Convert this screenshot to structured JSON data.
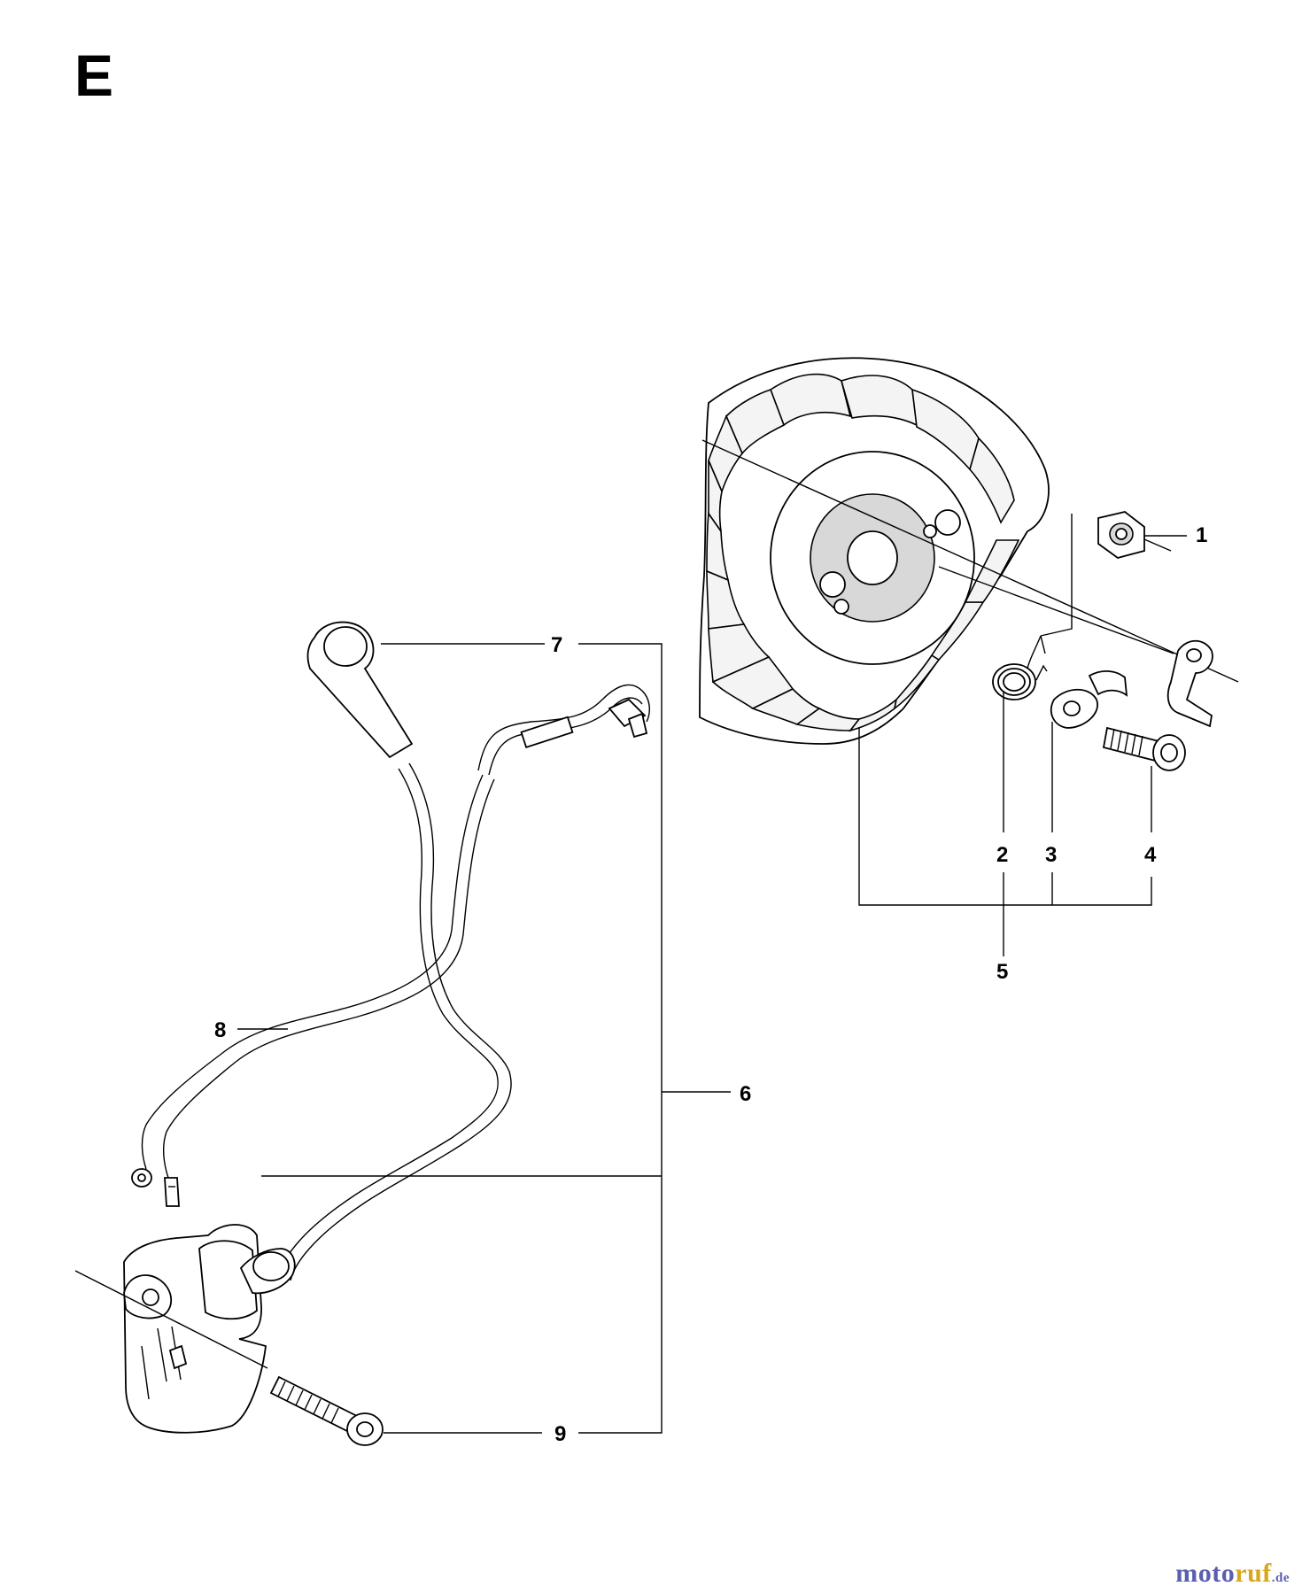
{
  "section_label": "E",
  "callouts": {
    "c1": "1",
    "c2": "2",
    "c3": "3",
    "c4": "4",
    "c5": "5",
    "c6": "6",
    "c7": "7",
    "c8": "8",
    "c9": "9"
  },
  "watermark": {
    "brand_a": "moto",
    "brand_b": "ruf",
    "tld": ".de",
    "color_a": "#5a5fae",
    "color_b": "#d9a61e"
  }
}
